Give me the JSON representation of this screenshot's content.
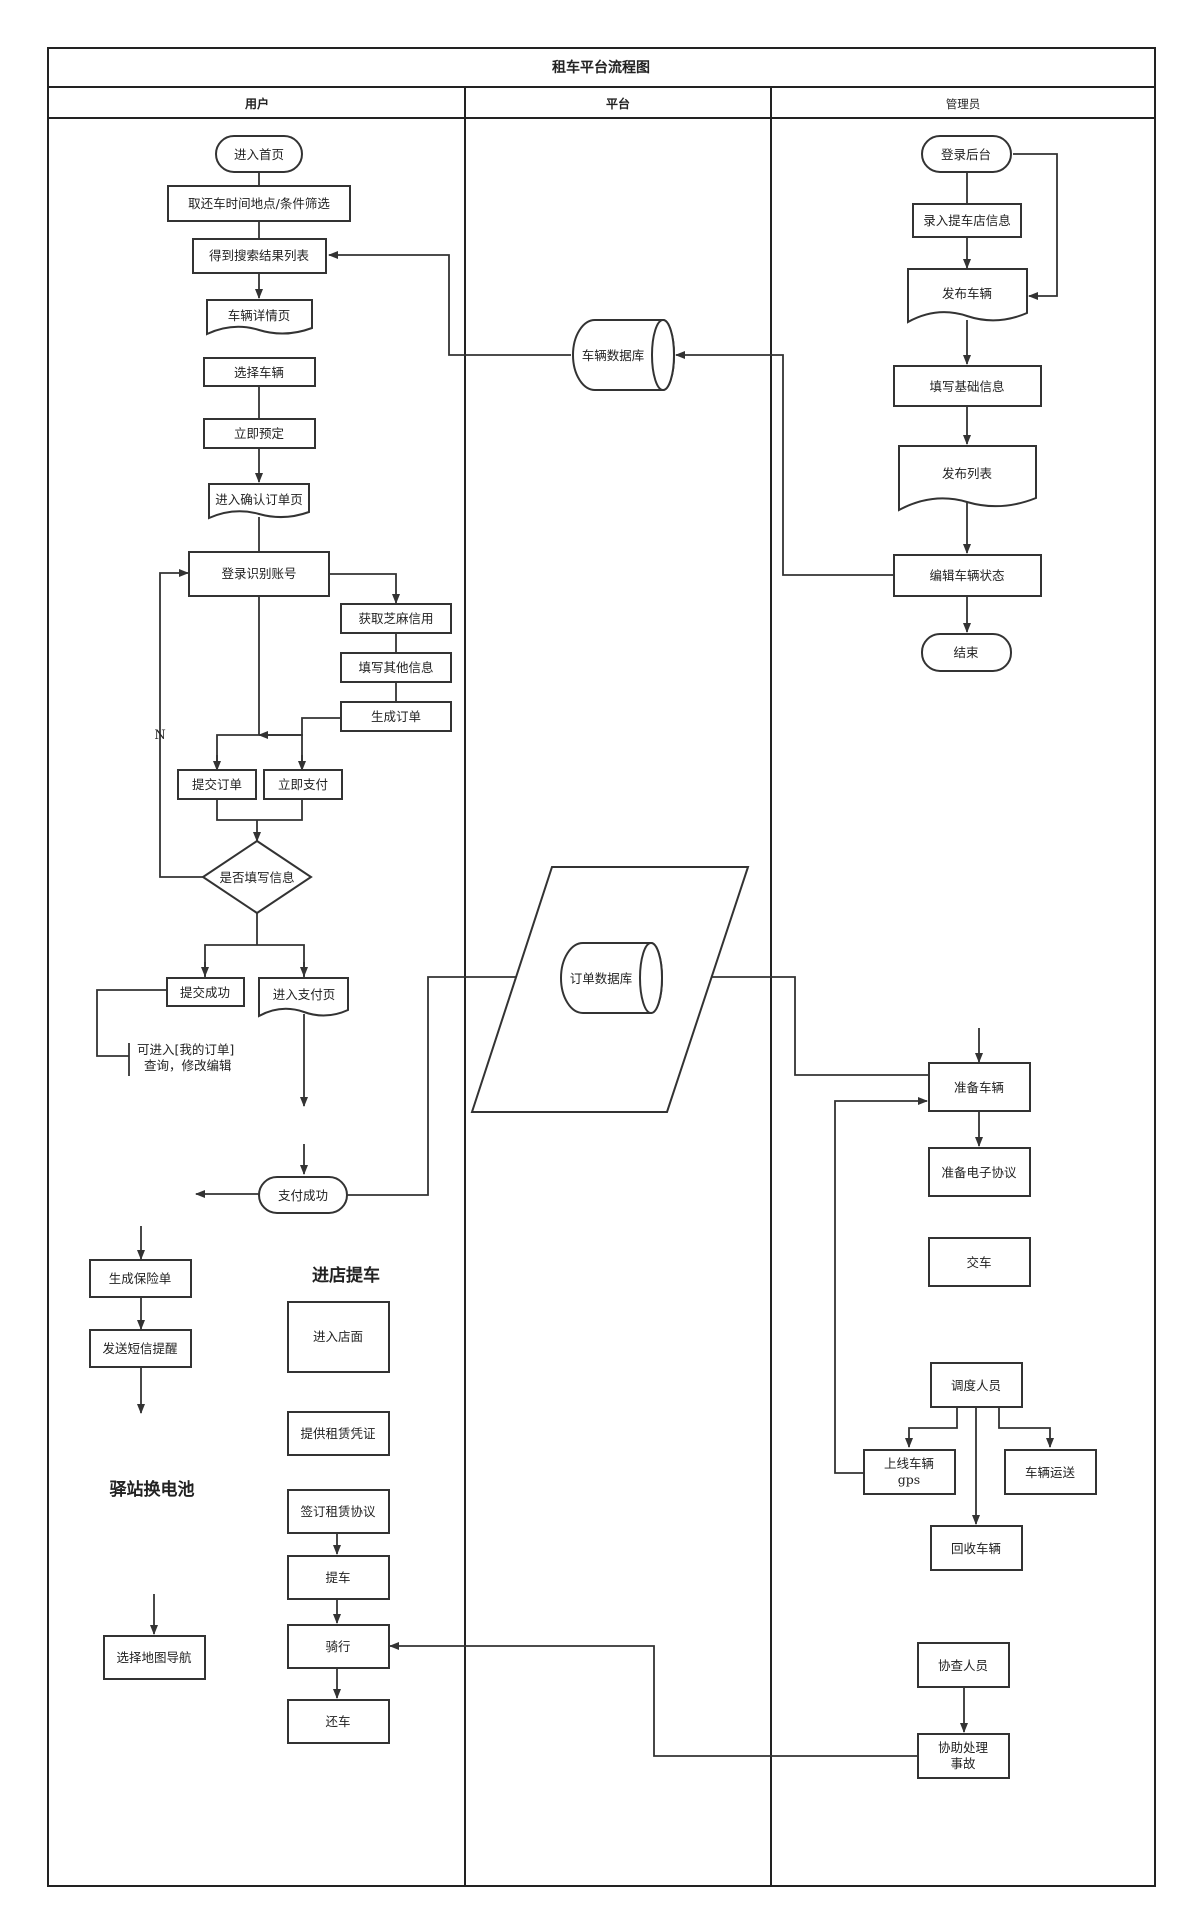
{
  "title": "租车平台流程图",
  "lanes": {
    "user": "用户",
    "platform": "平台",
    "admin": "管理员"
  },
  "user": {
    "home": "进入首页",
    "filter": "取还车时间地点/条件筛选",
    "results": "得到搜索结果列表",
    "detail": "车辆详情页",
    "select": "选择车辆",
    "book": "立即预定",
    "confirm": "进入确认订单页",
    "login": "登录识别账号",
    "zhima": "获取芝麻信用",
    "fill_other": "填写其他信息",
    "gen_order": "生成订单",
    "submit": "提交订单",
    "pay_now": "立即支付",
    "decision": "是否填写信息",
    "no_label": "N",
    "submit_ok": "提交成功",
    "pay_page": "进入支付页",
    "my_orders_1": "可进入[我的订单]",
    "my_orders_2": "查询，修改编辑",
    "pay_ok": "支付成功",
    "insurance": "生成保险单",
    "sms": "发送短信提醒",
    "battery_heading": "驿站换电池",
    "map_nav": "选择地图导航",
    "store_heading": "进店提车",
    "enter_store": "进入店面",
    "voucher": "提供租赁凭证",
    "sign": "签订租赁协议",
    "pickup": "提车",
    "ride": "骑行",
    "return": "还车"
  },
  "platform": {
    "vehicle_db": "车辆数据库",
    "order_db": "订单数据库"
  },
  "admin": {
    "login": "登录后台",
    "store_info": "录入提车店信息",
    "publish": "发布车辆",
    "basic_info": "填写基础信息",
    "publish_list": "发布列表",
    "edit_status": "编辑车辆状态",
    "end": "结束",
    "prepare": "准备车辆",
    "econtract": "准备电子协议",
    "deliver": "交车",
    "dispatcher": "调度人员",
    "online_1": "上线车辆",
    "online_2": "gps",
    "transport": "车辆运送",
    "recover": "回收车辆",
    "assistant": "协查人员",
    "accident_1": "协助处理",
    "accident_2": "事故"
  }
}
